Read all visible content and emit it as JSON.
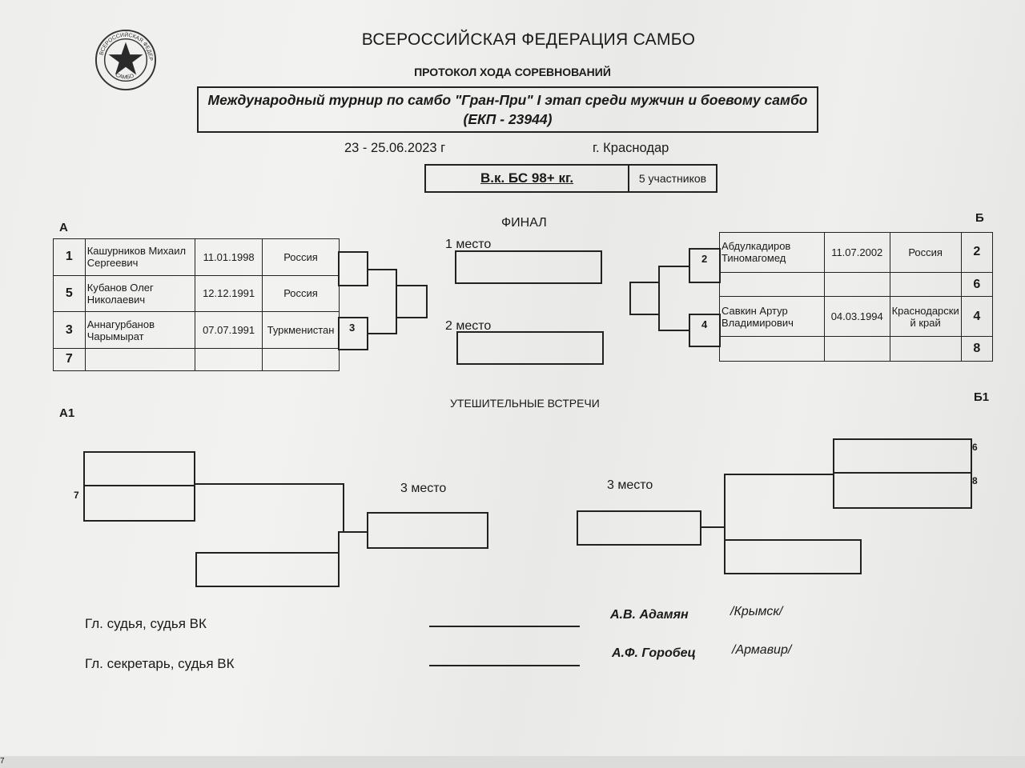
{
  "header": {
    "federation": "ВСЕРОССИЙСКАЯ ФЕДЕРАЦИЯ САМБО",
    "protocol": "ПРОТОКОЛ ХОДА СОРЕВНОВАНИЙ",
    "event_line1": "Международный турнир по самбо \"Гран-При\" I этап среди мужчин и боевому самбо",
    "event_line2": "(ЕКП - 23944)",
    "dates": "23 - 25.06.2023 г",
    "city": "г. Краснодар",
    "category": "В.к. БС 98+ кг.",
    "participants": "5 участников",
    "logo_text_top": "ВСЕРОССИЙСКАЯ ФЕДЕРАЦИЯ",
    "logo_text_bottom": "САМБО"
  },
  "labels": {
    "group_a": "А",
    "group_b": "Б",
    "final": "ФИНАЛ",
    "first_place": "1 место",
    "second_place": "2 место",
    "consolation": "УТЕШИТЕЛЬНЫЕ ВСТРЕЧИ",
    "group_a1": "А1",
    "group_b1": "Б1",
    "third_place_left": "3 место",
    "third_place_right": "3 место"
  },
  "group_a": [
    {
      "num": "1",
      "name_1": "Кашурников Михаил",
      "name_2": "Сергеевич",
      "dob": "11.01.1998",
      "country": "Россия"
    },
    {
      "num": "5",
      "name_1": "Кубанов Олег",
      "name_2": "Николаевич",
      "dob": "12.12.1991",
      "country": "Россия"
    },
    {
      "num": "3",
      "name_1": "Аннагурбанов",
      "name_2": "Чарымырат",
      "dob": "07.07.1991",
      "country": "Туркменистан"
    },
    {
      "num": "7",
      "name_1": "",
      "name_2": "",
      "dob": "",
      "country": ""
    }
  ],
  "group_b": [
    {
      "num": "2",
      "name_1": "Абдулкадиров",
      "name_2": "Тиномагомед",
      "dob": "11.07.2002",
      "country_1": "Россия",
      "country_2": ""
    },
    {
      "num": "6",
      "name_1": "",
      "name_2": "",
      "dob": "",
      "country_1": "",
      "country_2": ""
    },
    {
      "num": "4",
      "name_1": "Савкин Артур",
      "name_2": "Владимирович",
      "dob": "04.03.1994",
      "country_1": "Краснодарски",
      "country_2": "й край"
    },
    {
      "num": "8",
      "name_1": "",
      "name_2": "",
      "dob": "",
      "country_1": "",
      "country_2": ""
    }
  ],
  "bracket_a": {
    "winner_2": "3"
  },
  "bracket_b": {
    "winner_1": "2",
    "winner_2": "4"
  },
  "consolation_a1": {
    "seed": "7"
  },
  "consolation_b1": {
    "seed_1": "6",
    "seed_2": "8"
  },
  "signatures": [
    {
      "role": "Гл. судья, судья ВК",
      "name": "А.В. Адамян",
      "city": "/Крымск/"
    },
    {
      "role": "Гл. секретарь, судья ВК",
      "name": "А.Ф. Горобец",
      "city": "/Армавир/"
    }
  ],
  "edge_mark": "7"
}
